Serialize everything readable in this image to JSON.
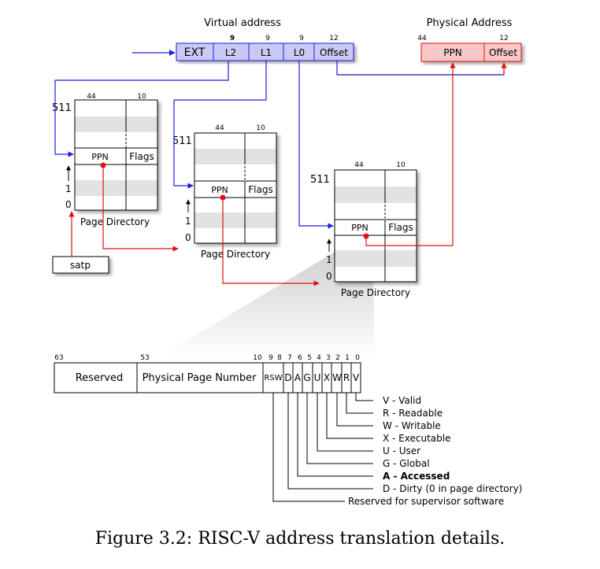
{
  "virtual_address": {
    "title": "Virtual address",
    "widths": [
      "9",
      "9",
      "9",
      "12"
    ],
    "fields": [
      "EXT",
      "L2",
      "L1",
      "L0",
      "Offset"
    ]
  },
  "physical_address": {
    "title": "Physical Address",
    "widths": [
      "44",
      "12"
    ],
    "fields": [
      "PPN",
      "Offset"
    ]
  },
  "directory": {
    "col_widths": [
      "44",
      "10"
    ],
    "top_index": "511",
    "index_one": "1",
    "index_zero": "0",
    "ppn": "PPN",
    "flags": "Flags",
    "label": "Page Directory"
  },
  "satp": "satp",
  "pte": {
    "bit_numbers": [
      "63",
      "53",
      "10",
      "9",
      "8",
      "7",
      "6",
      "5",
      "4",
      "3",
      "2",
      "1",
      "0"
    ],
    "reserved": "Reserved",
    "ppn": "Physical Page Number",
    "rsw": "RSW",
    "flag_letters": [
      "D",
      "A",
      "G",
      "U",
      "X",
      "W",
      "R",
      "V"
    ],
    "legend": [
      "V - Valid",
      "R  - Readable",
      "W - Writable",
      "X - Executable",
      "U - User",
      "G - Global",
      "A - Accessed",
      "D - Dirty (0 in page directory)",
      "Reserved for supervisor software"
    ]
  },
  "caption": "Figure 3.2: RISC-V address translation details.",
  "colors": {
    "blue": "#1f1fe0",
    "red": "#e01010",
    "va_fill": "#c9c9f4",
    "pa_fill": "#f8c8c8",
    "stripe": "#e2e2e2"
  }
}
